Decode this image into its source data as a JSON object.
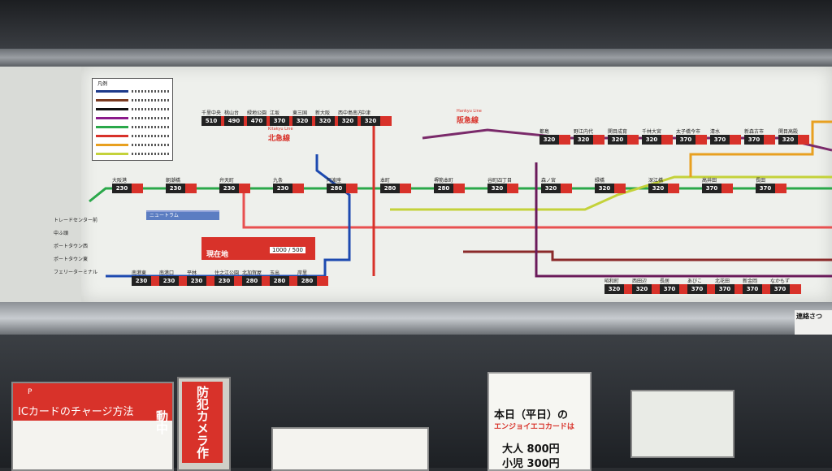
{
  "map": {
    "line_names": {
      "kitakyu_en": "Kitakyu Line",
      "kitakyu_ja": "北急線",
      "hankyu_en": "Hankyu Line",
      "hankyu_ja": "阪急線"
    },
    "legend_title": "凡例",
    "legend_colors": [
      "#1d3a8a",
      "#7a3a20",
      "#111111",
      "#8b1a8b",
      "#2aa84a",
      "#d8322a",
      "#e8a020",
      "#c4d23a",
      "#e85a20",
      "#6a7bd0"
    ],
    "top_stations": [
      {
        "name": "千里中央",
        "fare": "510"
      },
      {
        "name": "桃山台",
        "fare": "490"
      },
      {
        "name": "緑地公園",
        "fare": "470"
      },
      {
        "name": "江坂",
        "fare": "370"
      },
      {
        "name": "東三国",
        "fare": "320"
      },
      {
        "name": "新大阪",
        "fare": "320"
      },
      {
        "name": "西中島南方",
        "fare": "320"
      },
      {
        "name": "中津",
        "fare": "320"
      }
    ],
    "green_line": [
      {
        "name": "大阪港",
        "fare": "230"
      },
      {
        "name": "朝潮橋",
        "fare": "230"
      },
      {
        "name": "弁天町",
        "fare": "230"
      },
      {
        "name": "九条",
        "fare": "230"
      },
      {
        "name": "阿波座",
        "fare": "280"
      },
      {
        "name": "本町",
        "fare": "280"
      },
      {
        "name": "堺筋本町",
        "fare": "280"
      },
      {
        "name": "谷町四丁目",
        "fare": "320"
      },
      {
        "name": "森ノ宮",
        "fare": "320"
      },
      {
        "name": "緑橋",
        "fare": "320"
      },
      {
        "name": "深江橋",
        "fare": "320"
      },
      {
        "name": "高井田",
        "fare": "370"
      },
      {
        "name": "長田",
        "fare": "370"
      }
    ],
    "orange_line": [
      {
        "name": "関目高殿",
        "fare": "320"
      },
      {
        "name": "新森古市",
        "fare": "370"
      },
      {
        "name": "清水",
        "fare": "370"
      },
      {
        "name": "太子橋今市",
        "fare": "370"
      },
      {
        "name": "千林大宮",
        "fare": "320"
      },
      {
        "name": "関目成育",
        "fare": "320"
      },
      {
        "name": "野江内代",
        "fare": "320"
      },
      {
        "name": "都島",
        "fare": "320"
      }
    ],
    "blue_line": [
      {
        "name": "南港東",
        "fare": "230"
      },
      {
        "name": "南港口",
        "fare": "230"
      },
      {
        "name": "平林",
        "fare": "230"
      },
      {
        "name": "住之江公園",
        "fare": "230"
      },
      {
        "name": "北加賀屋",
        "fare": "280"
      },
      {
        "name": "玉出",
        "fare": "280"
      },
      {
        "name": "岸里",
        "fare": "280"
      }
    ],
    "bottom_right": [
      {
        "name": "昭和町",
        "fare": "320"
      },
      {
        "name": "西田辺",
        "fare": "320"
      },
      {
        "name": "長居",
        "fare": "370"
      },
      {
        "name": "あびこ",
        "fare": "370"
      },
      {
        "name": "北花田",
        "fare": "370"
      },
      {
        "name": "新金岡",
        "fare": "370"
      },
      {
        "name": "なかもず",
        "fare": "370"
      }
    ],
    "left_stations": [
      "トレードセンター前",
      "中ふ頭",
      "ポートタウン西",
      "ポートタウン東",
      "フェリーターミナル"
    ],
    "here_label": "現在地",
    "ticket_box": "1000 / 500"
  },
  "signs": {
    "ic_title": "ICカードのチャージ方法",
    "camera": "防犯カメラ作動中",
    "fare_heading": "本日（平日）の",
    "fare_card": "エンジョイエコカードは",
    "fare_adult": "大人 800円",
    "fare_child": "小児 300円",
    "exit": "連絡さつ"
  }
}
